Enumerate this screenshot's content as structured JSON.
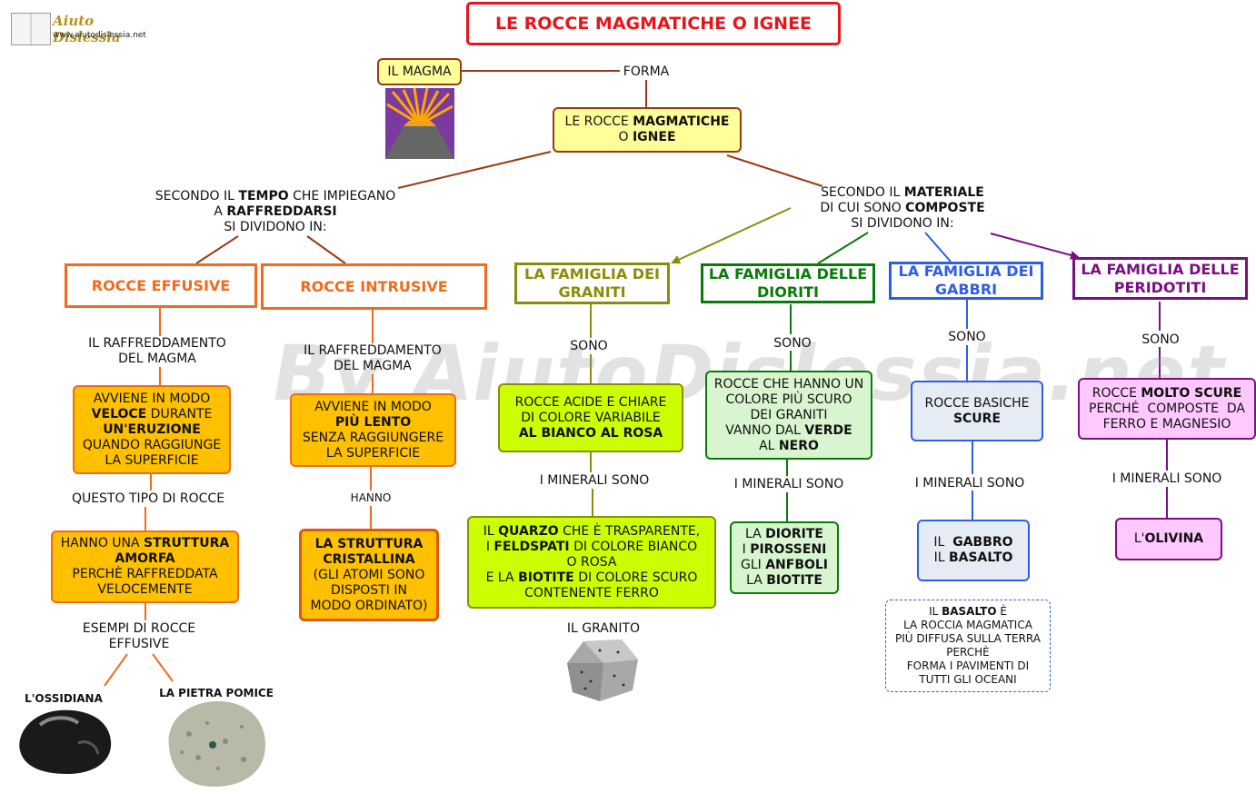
{
  "logo": {
    "name": "Aiuto Dislessia",
    "url": "www.aiutodislessia.net"
  },
  "title": "LE ROCCE MAGMATICHE O IGNEE",
  "watermark": "By AiutoDislessia.net",
  "magma": {
    "label": "IL MAGMA"
  },
  "forma": "FORMA",
  "center": {
    "line1_a": "LE ROCCE ",
    "line1_b": "MAGMATICHE",
    "line2_a": "O ",
    "line2_b": "IGNEE"
  },
  "left_branch": {
    "a": "SECONDO IL ",
    "b": "TEMPO",
    "c": " CHE IMPIEGANO",
    "d": "A ",
    "e": "RAFFREDDARSI",
    "f": "SI DIVIDONO IN:"
  },
  "right_branch": {
    "a": "SECONDO IL ",
    "b": "MATERIALE",
    "c": "DI CUI SONO ",
    "d": "COMPOSTE",
    "e": "SI DIVIDONO IN:"
  },
  "effusive": {
    "title": "ROCCE EFFUSIVE",
    "link1": [
      "IL RAFFREDDAMENTO",
      "DEL MAGMA"
    ],
    "box1": {
      "a": "AVVIENE IN MODO",
      "b": "VELOCE",
      "c": " DURANTE",
      "d": "UN'ERUZIONE",
      "e": "QUANDO RAGGIUNGE",
      "f": "LA SUPERFICIE"
    },
    "link2": "QUESTO TIPO DI ROCCE",
    "box2": {
      "a": "HANNO UNA ",
      "b": "STRUTTURA",
      "c": "AMORFA",
      "d": "PERCHÈ RAFFREDDATA",
      "e": "VELOCEMENTE"
    },
    "link3": [
      "ESEMPI DI ROCCE",
      "EFFUSIVE"
    ],
    "ex1": "L'OSSIDIANA",
    "ex2": "LA PIETRA POMICE"
  },
  "intrusive": {
    "title": "ROCCE INTRUSIVE",
    "link1": [
      "IL RAFFREDDAMENTO",
      "DEL MAGMA"
    ],
    "box1": {
      "a": "AVVIENE IN MODO",
      "b": "PIÙ LENTO",
      "c": "SENZA RAGGIUNGERE",
      "d": "LA SUPERFICIE"
    },
    "link2": "HANNO",
    "box2": {
      "a": "LA STRUTTURA",
      "b": "CRISTALLINA",
      "c": "(GLI ATOMI SONO",
      "d": "DISPOSTI IN",
      "e": "MODO ORDINATO)"
    }
  },
  "graniti": {
    "title": [
      "LA FAMIGLIA DEI",
      "GRANITI"
    ],
    "link1": "SONO",
    "box1": {
      "a": "ROCCE ACIDE E CHIARE",
      "b": "DI COLORE VARIABILE",
      "c": "AL BIANCO AL ROSA"
    },
    "link2": "I MINERALI SONO",
    "box2": {
      "a": "IL ",
      "b": "QUARZO",
      "c": " CHE È TRASPARENTE,",
      "d": "I ",
      "e": "FELDSPATI",
      "f": " DI COLORE BIANCO",
      "g": "O ROSA",
      "h": "E LA ",
      "i": "BIOTITE",
      "j": " DI COLORE SCURO",
      "k": "CONTENENTE FERRO"
    },
    "example": "IL GRANITO"
  },
  "dioriti": {
    "title": [
      "LA FAMIGLIA DELLE",
      "DIORITI"
    ],
    "link1": "SONO",
    "box1": {
      "a": "ROCCE CHE HANNO UN",
      "b": "COLORE PIÙ SCURO",
      "c": "DEI GRANITI",
      "d": "VANNO DAL ",
      "e": "VERDE",
      "f": "AL ",
      "g": "NERO"
    },
    "link2": "I MINERALI SONO",
    "box2": {
      "a": "LA ",
      "b": "DIORITE",
      "c": "I ",
      "d": "PIROSSENI",
      "e": "GLI ",
      "f": "ANFBOLI",
      "g": "LA ",
      "h": "BIOTITE"
    }
  },
  "gabbri": {
    "title": [
      "LA FAMIGLIA DEI",
      "GABBRI"
    ],
    "link1": "SONO",
    "box1": {
      "a": "ROCCE BASICHE",
      "b": "SCURE"
    },
    "link2": "I MINERALI SONO",
    "box2": {
      "a": "IL  ",
      "b": "GABBRO",
      "c": "IL ",
      "d": "BASALTO"
    },
    "note": {
      "a": "IL ",
      "b": "BASALTO",
      "c": " È",
      "d": "LA ROCCIA MAGMATICA",
      "e": "PIÙ DIFFUSA SULLA TERRA",
      "f": "PERCHÈ",
      "g": "FORMA I PAVIMENTI DI",
      "h": "TUTTI GLI OCEANI"
    }
  },
  "peridotiti": {
    "title": [
      "LA FAMIGLIA DELLE",
      "PERIDOTITI"
    ],
    "link1": "SONO",
    "box1": {
      "a": "ROCCE ",
      "b": "MOLTO SCURE",
      "c": "PERCHÉ  COMPOSTE  DA",
      "d": "FERRO E MAGNESIO"
    },
    "link2": "I MINERALI SONO",
    "box2": {
      "a": "L'",
      "b": "OLIVINA"
    }
  },
  "colors": {
    "title_border": "#e8141c",
    "orange": "#f26a1b",
    "orange_fill": "#ffc000",
    "olive": "#8c8c0a",
    "lime_fill": "#ccff00",
    "green": "#0b7a0b",
    "green_fill": "#d8f5d0",
    "blue": "#2e5fe0",
    "blue_fill": "#e5ecf5",
    "purple": "#7a0f82",
    "pink_fill": "#ffc8ff",
    "brown_line": "#9a3a12",
    "yellow_fill": "#ffff99"
  }
}
